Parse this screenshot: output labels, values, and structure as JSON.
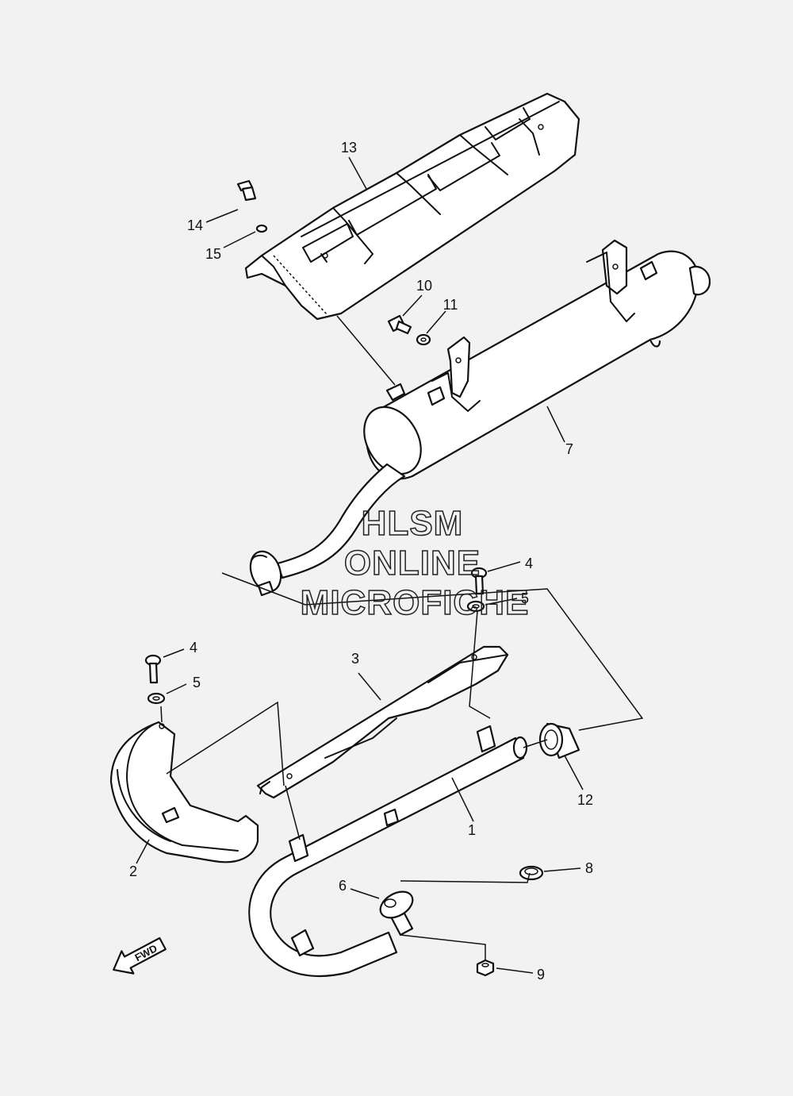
{
  "watermark": {
    "lines": [
      "HLSM",
      "ONLINE",
      "MICROFICHE"
    ]
  },
  "fwd_label": "FWD",
  "callouts": [
    {
      "id": "c1",
      "text": "1"
    },
    {
      "id": "c2",
      "text": "2"
    },
    {
      "id": "c3",
      "text": "3"
    },
    {
      "id": "c4a",
      "text": "4"
    },
    {
      "id": "c4b",
      "text": "4"
    },
    {
      "id": "c5a",
      "text": "5"
    },
    {
      "id": "c5b",
      "text": "5"
    },
    {
      "id": "c6",
      "text": "6"
    },
    {
      "id": "c7",
      "text": "7"
    },
    {
      "id": "c8",
      "text": "8"
    },
    {
      "id": "c9",
      "text": "9"
    },
    {
      "id": "c10",
      "text": "10"
    },
    {
      "id": "c11",
      "text": "11"
    },
    {
      "id": "c12",
      "text": "12"
    },
    {
      "id": "c13",
      "text": "13"
    },
    {
      "id": "c14",
      "text": "14"
    },
    {
      "id": "c15",
      "text": "15"
    }
  ]
}
